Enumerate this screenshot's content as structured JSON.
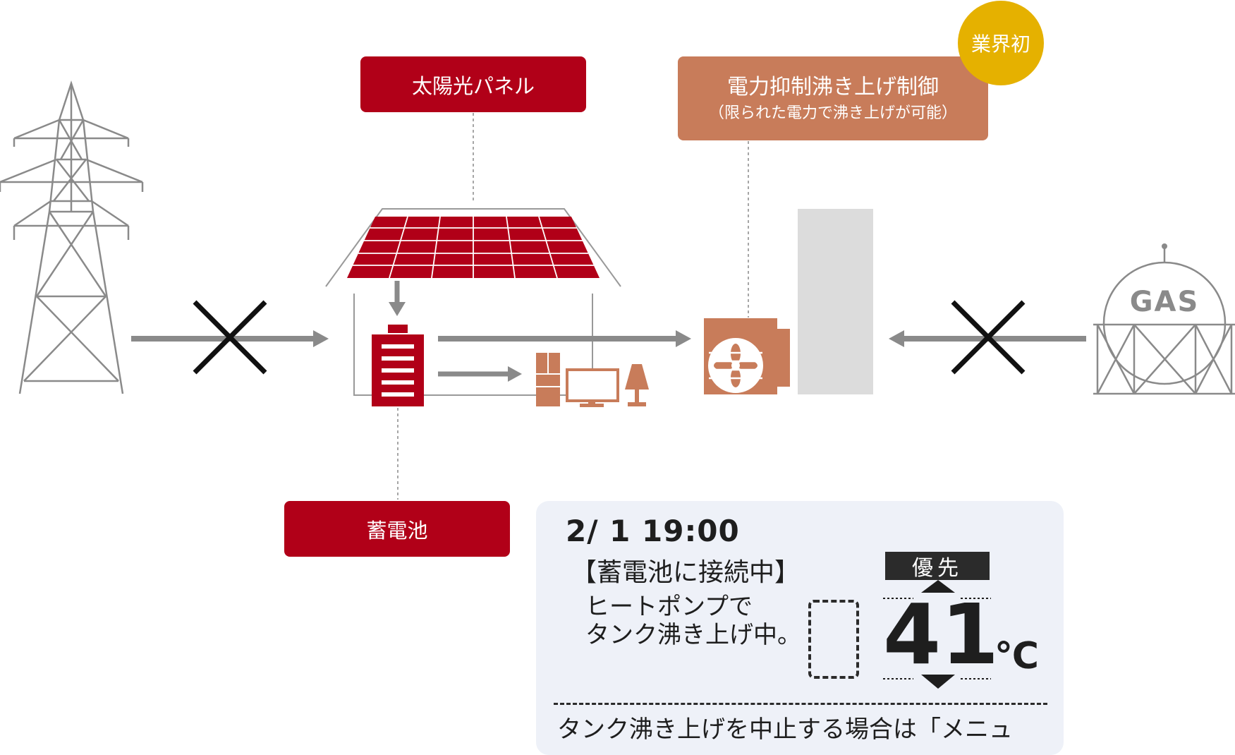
{
  "labels": {
    "solar_panel": "太陽光パネル",
    "battery": "蓄電池",
    "control_title": "電力抑制沸き上げ制御",
    "control_sub": "（限られた電力で沸き上げが可能）",
    "industry_first": "業界初"
  },
  "gas_tank": {
    "text": "GAS"
  },
  "remote": {
    "datetime": "2/ 1 19:00",
    "connection": "【蓄電池に接続中】",
    "message_line1": "ヒートポンプで",
    "message_line2": "タンク沸き上げ中。",
    "priority": "優先",
    "temperature": "41",
    "unit": "℃",
    "footer": "タンク沸き上げを中止する場合は「メニュ"
  },
  "colors": {
    "red": "#b10018",
    "terracotta": "#c87c5a",
    "gold": "#e5b100",
    "gray_line": "#8a8a8a",
    "tank": "#dcdcdc",
    "panel_bg": "#eef1f8"
  }
}
